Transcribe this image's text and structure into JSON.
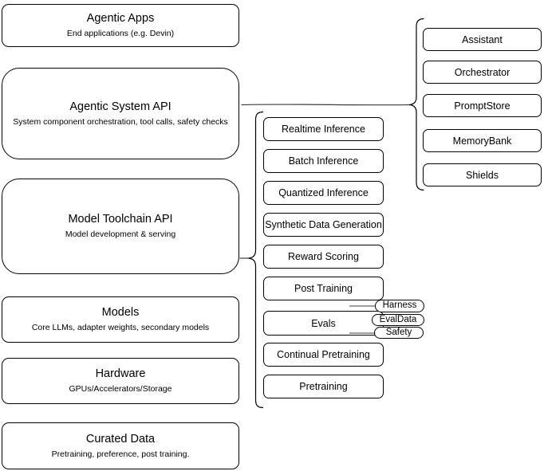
{
  "diagram": {
    "left": [
      {
        "title": "Agentic Apps",
        "subtitle": "End applications (e.g. Devin)"
      },
      {
        "title": "Agentic System API",
        "subtitle": "System component orchestration, tool calls, safety checks"
      },
      {
        "title": "Model Toolchain API",
        "subtitle": "Model development & serving"
      },
      {
        "title": "Models",
        "subtitle": "Core LLMs, adapter weights, secondary models"
      },
      {
        "title": "Hardware",
        "subtitle": "GPUs/Accelerators/Storage"
      },
      {
        "title": "Curated Data",
        "subtitle": "Pretraining, preference, post training."
      }
    ],
    "middle": {
      "items": [
        "Realtime Inference",
        "Batch Inference",
        "Quantized Inference",
        "Synthetic Data Generation",
        "Reward Scoring",
        "Post Training",
        "Evals",
        "Continual Pretraining",
        "Pretraining"
      ]
    },
    "right": {
      "items": [
        "Assistant",
        "Orchestrator",
        "PromptStore",
        "MemoryBank",
        "Shields"
      ]
    },
    "evals_tags": [
      "Harness",
      "EvalData",
      "Safety"
    ],
    "colors": {
      "stroke": "#000000",
      "connector": "#3d3d3d",
      "background": "#ffffff"
    }
  }
}
